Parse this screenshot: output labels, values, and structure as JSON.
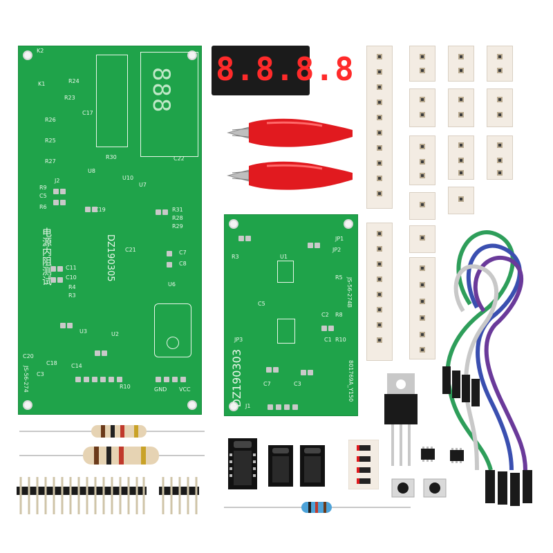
{
  "main_board": {
    "model_label": "DZ190305",
    "cn_label": "电源内阻测试",
    "code_label": "JS-56-274",
    "gnd_label": "GND",
    "vcc_label": "VCC",
    "ref_labels": [
      "K2",
      "K1",
      "R24",
      "R23",
      "R26",
      "R25",
      "R27",
      "C17",
      "U8",
      "J2",
      "R9",
      "C5",
      "R6",
      "C19",
      "R30",
      "C22",
      "U10",
      "U7",
      "R31",
      "R28",
      "R29",
      "C21",
      "C7",
      "C8",
      "C11",
      "C10",
      "R4",
      "R3",
      "U6",
      "C20",
      "C18",
      "C3",
      "C14",
      "U2",
      "U3",
      "R10"
    ]
  },
  "sub_board": {
    "model_label": "DZ190303",
    "code_label": "JS-56-274B",
    "bottom_label": "801769A_Y150",
    "ref_labels": [
      "R3",
      "U1",
      "JP1",
      "JP2",
      "R5",
      "C2",
      "R8",
      "C1",
      "R10",
      "C7",
      "C5",
      "C3",
      "JP3",
      "J1"
    ]
  },
  "display": {
    "digits": "8.8.8.8"
  },
  "colors": {
    "pcb": "#1fa34a",
    "pcb_dark": "#168a3b",
    "silk": "#eaf7ea",
    "clip_red": "#e11a1f",
    "led_red": "#ff2a2a"
  }
}
